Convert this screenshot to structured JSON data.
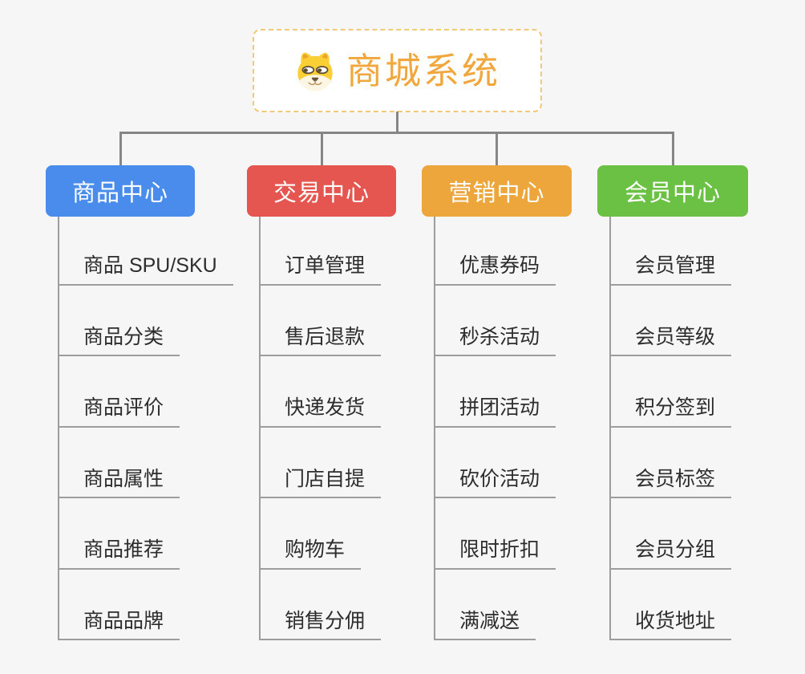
{
  "root": {
    "title": "商城系统",
    "icon": "shiba-dog-icon",
    "title_color": "#f0a73d",
    "border_color": "#f2c879",
    "background": "#ffffff"
  },
  "branches": [
    {
      "label": "商品中心",
      "color": "#4a8cec",
      "items": [
        "商品 SPU/SKU",
        "商品分类",
        "商品评价",
        "商品属性",
        "商品推荐",
        "商品品牌"
      ]
    },
    {
      "label": "交易中心",
      "color": "#e4564f",
      "items": [
        "订单管理",
        "售后退款",
        "快递发货",
        "门店自提",
        "购物车",
        "销售分佣"
      ]
    },
    {
      "label": "营销中心",
      "color": "#eca63b",
      "items": [
        "优惠券码",
        "秒杀活动",
        "拼团活动",
        "砍价活动",
        "限时折扣",
        "满减送"
      ]
    },
    {
      "label": "会员中心",
      "color": "#6bc144",
      "items": [
        "会员管理",
        "会员等级",
        "积分签到",
        "会员标签",
        "会员分组",
        "收货地址"
      ]
    }
  ],
  "lines": {
    "tree_color": "#868686",
    "branch_color": "#9d9d9d"
  },
  "page_background": "#f6f6f6"
}
